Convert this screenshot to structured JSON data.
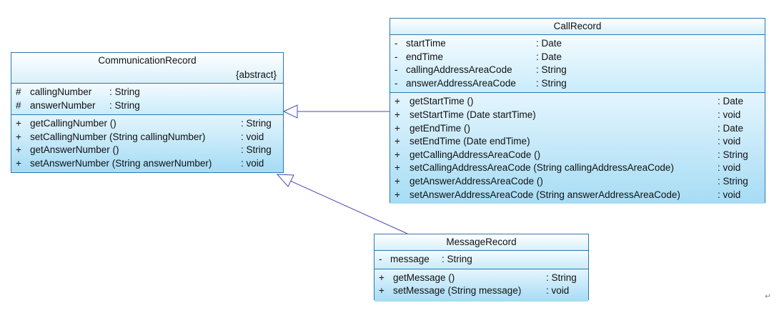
{
  "classes": {
    "communication": {
      "name": "CommunicationRecord",
      "stereotype": "{abstract}",
      "attributes": [
        {
          "vis": "#",
          "name": "callingNumber",
          "type": ": String"
        },
        {
          "vis": "#",
          "name": "answerNumber",
          "type": ": String"
        }
      ],
      "operations": [
        {
          "vis": "+",
          "name": "getCallingNumber ()",
          "type": ": String"
        },
        {
          "vis": "+",
          "name": "setCallingNumber (String callingNumber)",
          "type": ": void"
        },
        {
          "vis": "+",
          "name": "getAnswerNumber ()",
          "type": ": String"
        },
        {
          "vis": "+",
          "name": "setAnswerNumber (String answerNumber)",
          "type": ": void"
        }
      ]
    },
    "call": {
      "name": "CallRecord",
      "attributes": [
        {
          "vis": "-",
          "name": "startTime",
          "type": ": Date"
        },
        {
          "vis": "-",
          "name": "endTime",
          "type": ": Date"
        },
        {
          "vis": "-",
          "name": "callingAddressAreaCode",
          "type": ": String"
        },
        {
          "vis": "-",
          "name": "answerAddressAreaCode",
          "type": ": String"
        }
      ],
      "operations": [
        {
          "vis": "+",
          "name": "getStartTime ()",
          "type": ": Date"
        },
        {
          "vis": "+",
          "name": "setStartTime (Date startTime)",
          "type": ": void"
        },
        {
          "vis": "+",
          "name": "getEndTime ()",
          "type": ": Date"
        },
        {
          "vis": "+",
          "name": "setEndTime (Date endTime)",
          "type": ": void"
        },
        {
          "vis": "+",
          "name": "getCallingAddressAreaCode ()",
          "type": ": String"
        },
        {
          "vis": "+",
          "name": "setCallingAddressAreaCode (String callingAddressAreaCode)",
          "type": ": void"
        },
        {
          "vis": "+",
          "name": "getAnswerAddressAreaCode ()",
          "type": ": String"
        },
        {
          "vis": "+",
          "name": "setAnswerAddressAreaCode (String answerAddressAreaCode)",
          "type": ": void"
        }
      ]
    },
    "message": {
      "name": "MessageRecord",
      "attributes": [
        {
          "vis": "-",
          "name": "message",
          "type": ": String"
        }
      ],
      "operations": [
        {
          "vis": "+",
          "name": "getMessage ()",
          "type": ": String"
        },
        {
          "vis": "+",
          "name": "setMessage (String message)",
          "type": ": void"
        }
      ]
    }
  },
  "relations": [
    {
      "from": "CallRecord",
      "to": "CommunicationRecord",
      "kind": "generalization"
    },
    {
      "from": "MessageRecord",
      "to": "CommunicationRecord",
      "kind": "generalization"
    }
  ],
  "colors": {
    "border": "#2f78a8",
    "fill_light": "#eaf6fd",
    "fill_dark": "#a9def6",
    "connector": "#4a4ab8"
  },
  "paragraph_mark": "↵"
}
